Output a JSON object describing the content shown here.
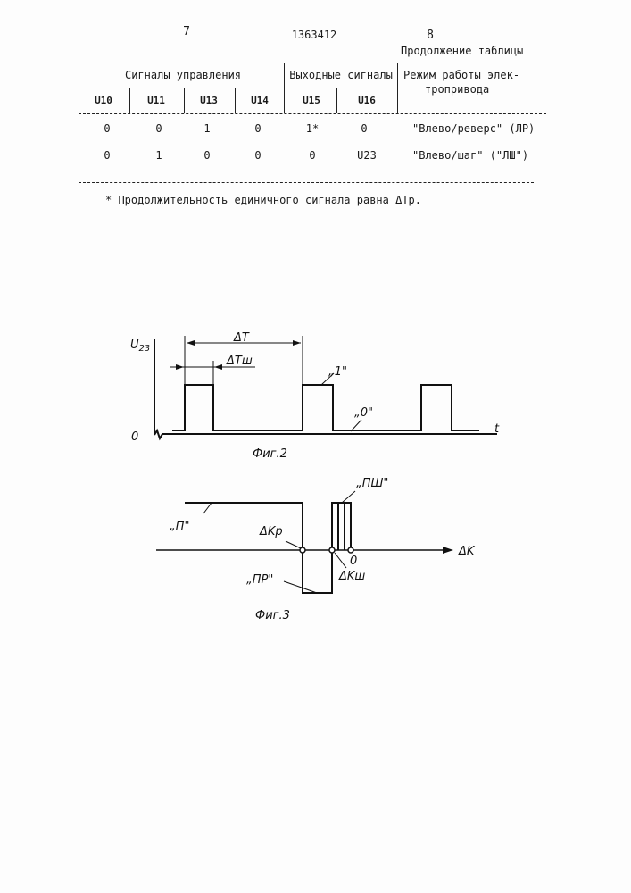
{
  "header": {
    "page_left": "7",
    "patent_number": "1363412",
    "page_right": "8",
    "continuation": "Продолжение таблицы"
  },
  "table": {
    "group_headers": [
      "Сигналы управления",
      "Выходные сигналы",
      "Режим работы элек-\nтропривода"
    ],
    "mode_header_line1": "Режим работы элек-",
    "mode_header_line2": "тропривода",
    "columns": [
      "U10",
      "U11",
      "U13",
      "U14",
      "U15",
      "U16"
    ],
    "rows": [
      {
        "cells": [
          "0",
          "0",
          "1",
          "0",
          "1*",
          "0"
        ],
        "mode": "\"Влево/реверс\" (ЛР)"
      },
      {
        "cells": [
          "0",
          "1",
          "0",
          "0",
          "0",
          "U23"
        ],
        "mode": "\"Влево/шаг\" (\"ЛШ\")"
      }
    ]
  },
  "footnote": "* Продолжительность единичного сигнала равна ΔTр.",
  "fig2": {
    "y_label": "U23",
    "zero": "0",
    "t_label": "t",
    "period": "ΔT",
    "pulse": "ΔTш",
    "one_label": "„1\"",
    "zero_label": "„0\"",
    "caption": "Фиг.2"
  },
  "fig3": {
    "p_label": "„П\"",
    "pr_label": "„ПР\"",
    "psh_label": "„ПШ\"",
    "dkp": "ΔKр",
    "dksh": "ΔKш",
    "zero": "0",
    "axis": "ΔK",
    "caption": "Фиг.3"
  }
}
